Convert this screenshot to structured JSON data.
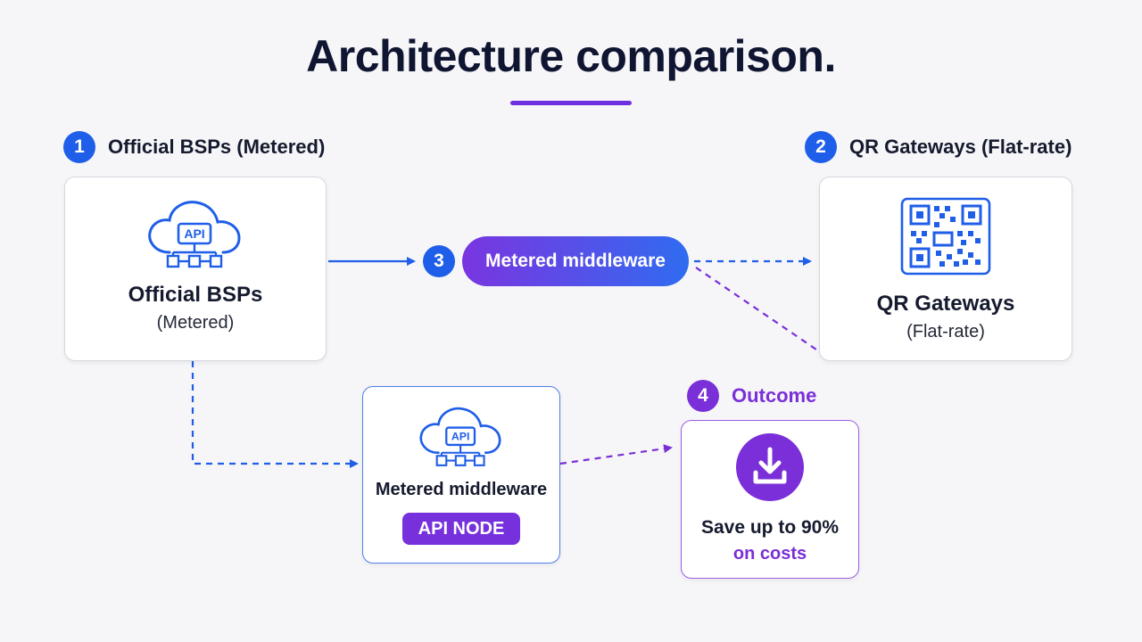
{
  "title": "Architecture comparison.",
  "sections": {
    "official": {
      "number": "1",
      "label": "Official BSPs (Metered)"
    },
    "qr": {
      "number": "2",
      "label": "QR Gateways (Flat-rate)"
    },
    "middleware": {
      "number": "3",
      "label": "Metered middleware"
    },
    "outcome": {
      "number": "4",
      "label": "Outcome"
    }
  },
  "cards": {
    "official": {
      "icon_text": "API",
      "title": "Official BSPs",
      "subtitle": "(Metered)"
    },
    "qr": {
      "title": "QR Gateways",
      "subtitle": "(Flat-rate)"
    },
    "node": {
      "icon_text": "API",
      "title": "Metered middleware",
      "tag": "API NODE"
    },
    "outcome": {
      "line1": "Save up to 90%",
      "line2": "on costs"
    }
  },
  "colors": {
    "blue": "#1f5ee8",
    "purple": "#7a2fd8",
    "title": "#101631",
    "background": "#f6f6f8"
  },
  "icons": [
    "cloud-api-icon",
    "qr-code-icon",
    "download-icon"
  ]
}
